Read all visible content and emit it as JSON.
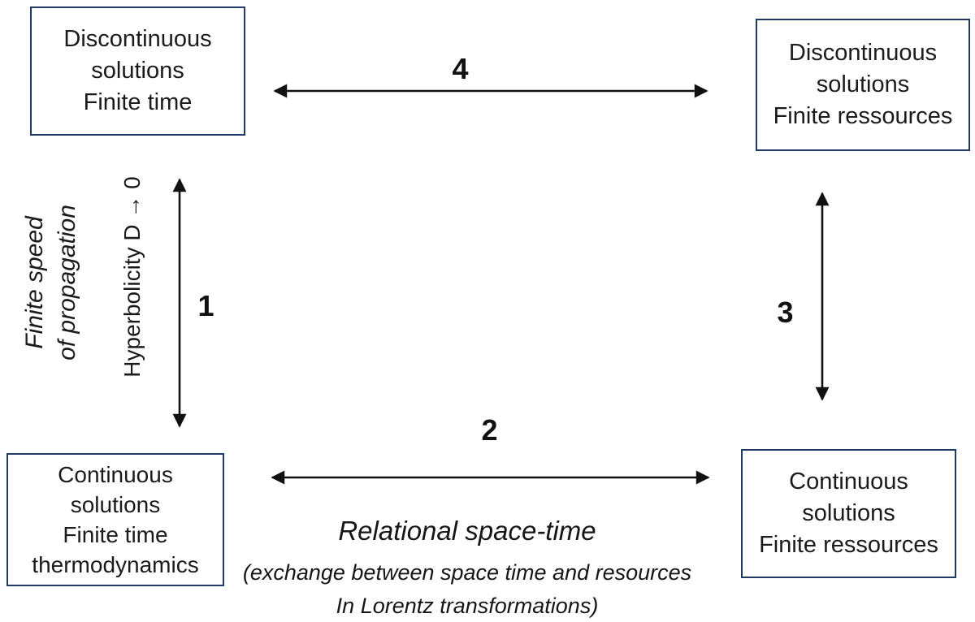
{
  "boxes": {
    "top_left": {
      "lines": [
        "Discontinuous",
        "solutions",
        "Finite time"
      ]
    },
    "top_right": {
      "lines": [
        "Discontinuous",
        "solutions",
        "Finite ressources"
      ]
    },
    "bottom_left": {
      "lines": [
        "Continuous",
        "solutions",
        "Finite time",
        "thermodynamics"
      ]
    },
    "bottom_right": {
      "lines": [
        "Continuous",
        "solutions",
        "Finite ressources"
      ]
    }
  },
  "arrows": {
    "label_1": "1",
    "label_2": "2",
    "label_3": "3",
    "label_4": "4"
  },
  "side_labels": {
    "finite_speed": [
      "Finite speed",
      "of propagation"
    ],
    "hyperbolicity": "Hyperbolicity D → 0"
  },
  "captions": {
    "title": "Relational space-time",
    "subtitle_line1": "(exchange between space time and resources",
    "subtitle_line2": "In Lorentz transformations)"
  },
  "colors": {
    "box_border": "#1f3864",
    "text": "#1b1b1b",
    "arrow": "#111111",
    "background": "#ffffff"
  }
}
